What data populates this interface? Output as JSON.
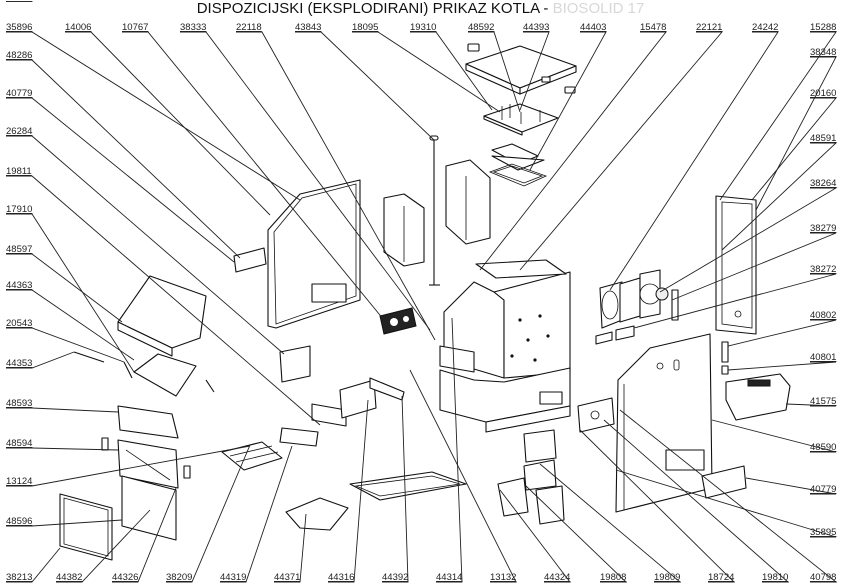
{
  "title": {
    "text": "DISPOZICIJSKI (EKSPLODIRANI) PRIKAZ KOTLA - ",
    "faded_suffix": "BIOSOLID 17"
  },
  "labels": {
    "top": [
      "35896",
      "14006",
      "10767",
      "38333",
      "22118",
      "43843",
      "18095",
      "19310",
      "48592",
      "44393",
      "44403",
      "15478",
      "22121",
      "24242",
      "15288"
    ],
    "left": [
      "48286",
      "40779",
      "26284",
      "19811",
      "17910",
      "48597",
      "44363",
      "20543",
      "44353",
      "48593",
      "48594",
      "13124",
      "48596",
      "38213"
    ],
    "bottom": [
      "44382",
      "44326",
      "38209",
      "44319",
      "44371",
      "44316",
      "44392",
      "44314",
      "13132",
      "44324",
      "19808",
      "19809",
      "18724",
      "19810",
      "40798"
    ],
    "right": [
      "38348",
      "20160",
      "48591",
      "38264",
      "38279",
      "38272",
      "40802",
      "40801",
      "41575",
      "48590",
      "40779",
      "35895"
    ]
  }
}
